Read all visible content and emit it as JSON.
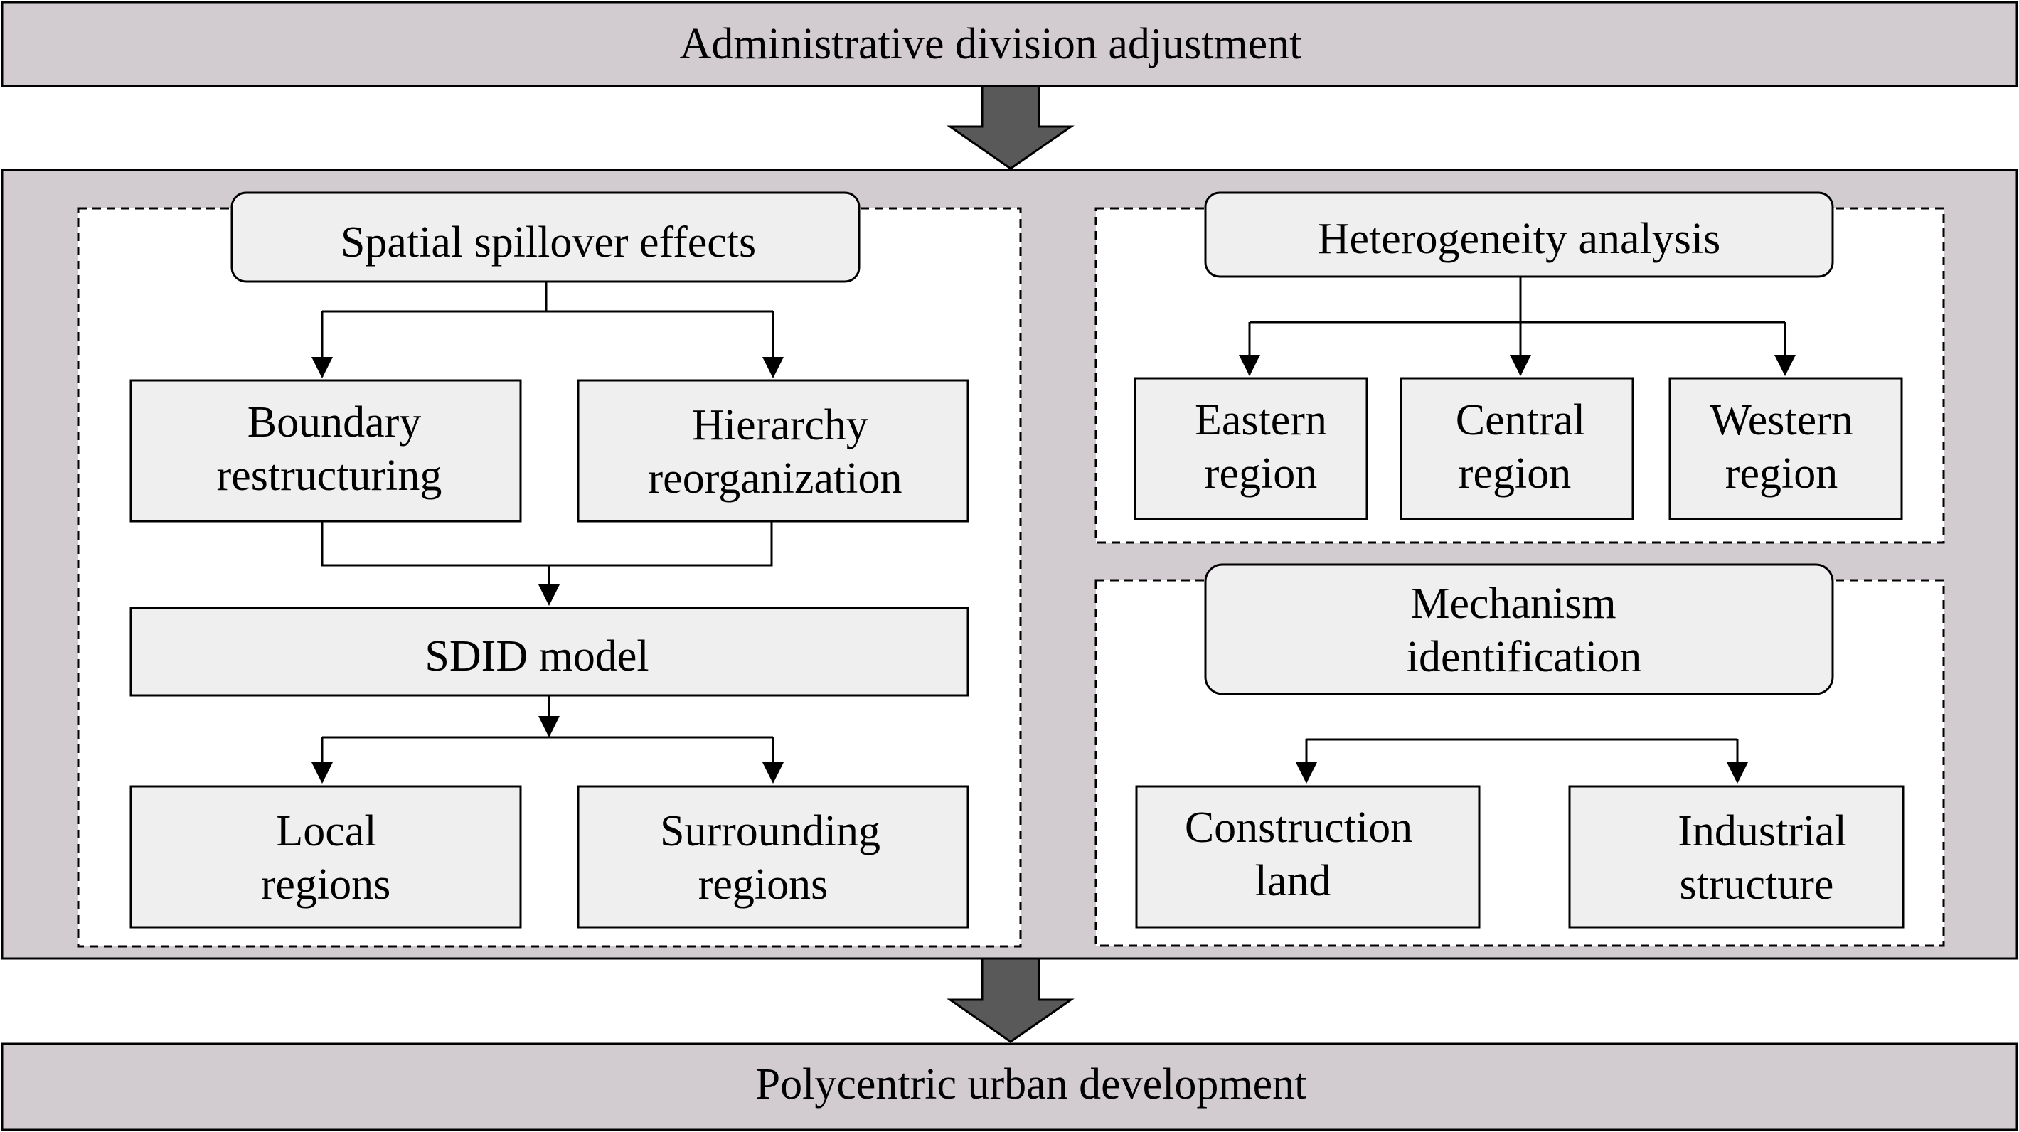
{
  "colors": {
    "band_fill": "#d2cbcf",
    "box_fill": "#efefef",
    "panel_fill": "#ffffff",
    "arrow_fill": "#595959",
    "stroke": "#000000"
  },
  "top_banner": {
    "label": "Administrative division adjustment"
  },
  "bottom_banner": {
    "label": "Polycentric urban development"
  },
  "spillover": {
    "title": "Spatial spillover effects",
    "boundary": [
      "Boundary",
      "restructuring"
    ],
    "hierarchy": [
      "Hierarchy",
      "reorganization"
    ],
    "model": "SDID model",
    "local": [
      "Local",
      "regions"
    ],
    "surrounding": [
      "Surrounding",
      "regions"
    ]
  },
  "heterogeneity": {
    "title": "Heterogeneity analysis",
    "eastern": [
      "Eastern",
      "region"
    ],
    "central": [
      "Central",
      "region"
    ],
    "western": [
      "Western",
      "region"
    ]
  },
  "mechanism": {
    "title": [
      "Mechanism",
      "identification"
    ],
    "construction": [
      "Construction",
      "land"
    ],
    "industrial": [
      "Industrial",
      "structure"
    ]
  }
}
